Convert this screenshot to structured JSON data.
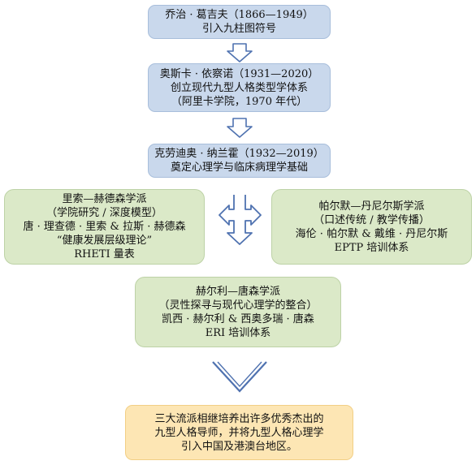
{
  "nodes": {
    "gurdjieff": {
      "lines": [
        "乔治 · 葛吉夫（1866—1949）",
        "引入九柱图符号"
      ]
    },
    "ichazo": {
      "lines": [
        "奥斯卡 · 依察诺（1931—2020）",
        "创立现代九型人格类型学体系",
        "（阿里卡学院，1970 年代）"
      ]
    },
    "naranjo": {
      "lines": [
        "克劳迪奥 · 纳兰霍（1932—2019）",
        "奠定心理学与临床病理学基础"
      ]
    },
    "riso_hudson": {
      "lines": [
        "里索—赫德森学派",
        "（学院研究 / 深度模型）",
        "唐 · 理查德 · 里索 & 拉斯 · 赫德森",
        "“健康发展层级理论”",
        "RHETI 量表"
      ]
    },
    "palmer_daniels": {
      "lines": [
        "帕尔默—丹尼尔斯学派",
        "（口述传统 / 教学传播）",
        "海伦 · 帕尔默 & 戴维 · 丹尼尔斯",
        "EPTP 培训体系"
      ]
    },
    "hurley_dobson": {
      "lines": [
        "赫尔利—唐森学派",
        "（灵性探寻与现代心理学的整合）",
        "凯西 · 赫尔利 & 西奥多瑞 · 唐森",
        "ERI 培训体系"
      ]
    },
    "conclusion": {
      "lines": [
        "三大流派相继培养出许多优秀杰出的",
        "九型人格导师，并将九型人格心理学",
        "引入中国及港澳台地区。"
      ]
    }
  },
  "colors": {
    "blue_box": "#c9d8ec",
    "green_box": "#dbe9c8",
    "yellow_box": "#fde6b4",
    "arrow_stroke": "#4f72b0"
  }
}
